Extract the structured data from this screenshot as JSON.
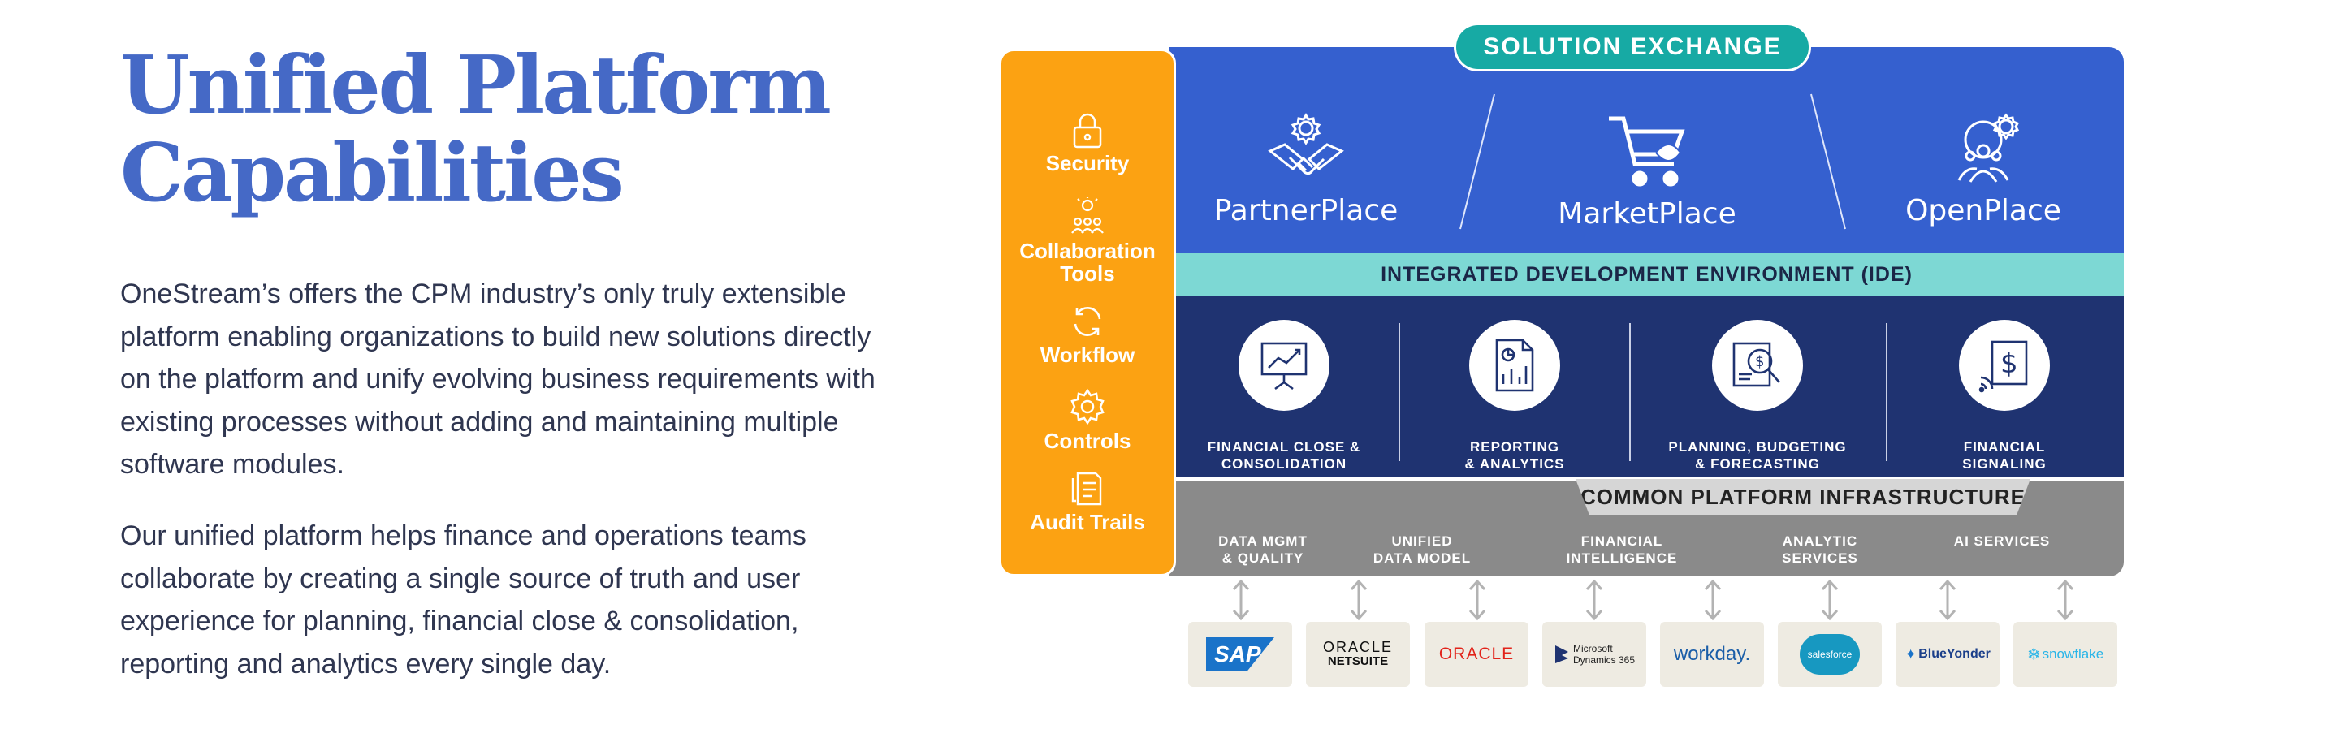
{
  "heading": {
    "line1": "Unified Platform",
    "line2": "Capabilities"
  },
  "paragraphs": [
    "OneStream’s offers the CPM industry’s only truly extensible platform enabling organizations to build new solutions directly on the platform and unify evolving business requirements with existing processes without adding and maintaining multiple software modules.",
    "Our unified platform helps finance and operations teams collaborate by creating a single source of truth and user experience for planning, financial close & consolidation, reporting and analytics every single day."
  ],
  "diagram": {
    "solution_exchange": "SOLUTION EXCHANGE",
    "places": [
      {
        "label": "PartnerPlace",
        "icon": "handshake-gear-icon"
      },
      {
        "label": "MarketPlace",
        "icon": "shopping-cart-icon"
      },
      {
        "label": "OpenPlace",
        "icon": "people-gear-icon"
      }
    ],
    "ide": "INTEGRATED DEVELOPMENT ENVIRONMENT (IDE)",
    "capabilities": [
      {
        "line1": "FINANCIAL CLOSE &",
        "line2": "CONSOLIDATION",
        "icon": "presentation-chart-icon"
      },
      {
        "line1": "REPORTING",
        "line2": "& ANALYTICS",
        "icon": "report-document-icon"
      },
      {
        "line1": "PLANNING, BUDGETING",
        "line2": "& FORECASTING",
        "icon": "dollar-magnifier-icon"
      },
      {
        "line1": "FINANCIAL",
        "line2": "SIGNALING",
        "icon": "dollar-signal-icon"
      }
    ],
    "infrastructure_title": "COMMON PLATFORM INFRASTRUCTURE",
    "infrastructure": [
      {
        "line1": "DATA MGMT",
        "line2": "& QUALITY"
      },
      {
        "line1": "UNIFIED",
        "line2": "DATA MODEL"
      },
      {
        "line1": "FINANCIAL",
        "line2": "INTELLIGENCE"
      },
      {
        "line1": "ANALYTIC",
        "line2": "SERVICES"
      },
      {
        "line1": "AI SERVICES",
        "line2": ""
      }
    ],
    "sidebar": [
      {
        "label": "Security",
        "icon": "lock-icon"
      },
      {
        "label": "Collaboration Tools",
        "icon": "team-idea-icon"
      },
      {
        "label": "Workflow",
        "icon": "cycle-arrows-icon"
      },
      {
        "label": "Controls",
        "icon": "gear-icon"
      },
      {
        "label": "Audit Trails",
        "icon": "document-list-icon"
      }
    ],
    "logos": {
      "sap": "SAP",
      "netsuite_top": "ORACLE",
      "netsuite_bottom": "NETSUITE",
      "oracle": "ORACLE",
      "dynamics_top": "Microsoft",
      "dynamics_bottom": "Dynamics 365",
      "workday": "workday.",
      "salesforce": "salesforce",
      "blueyonder": "BlueYonder",
      "snowflake": "snowflake"
    },
    "colors": {
      "sidebar": "#fca212",
      "top_band": "#3560cf",
      "ide_band": "#7dd8d4",
      "capabilities_band": "#1f3371",
      "infrastructure_band": "#8a8a8a",
      "solution_exchange_pill": "#17aaa4",
      "heading": "#4569c6"
    }
  }
}
